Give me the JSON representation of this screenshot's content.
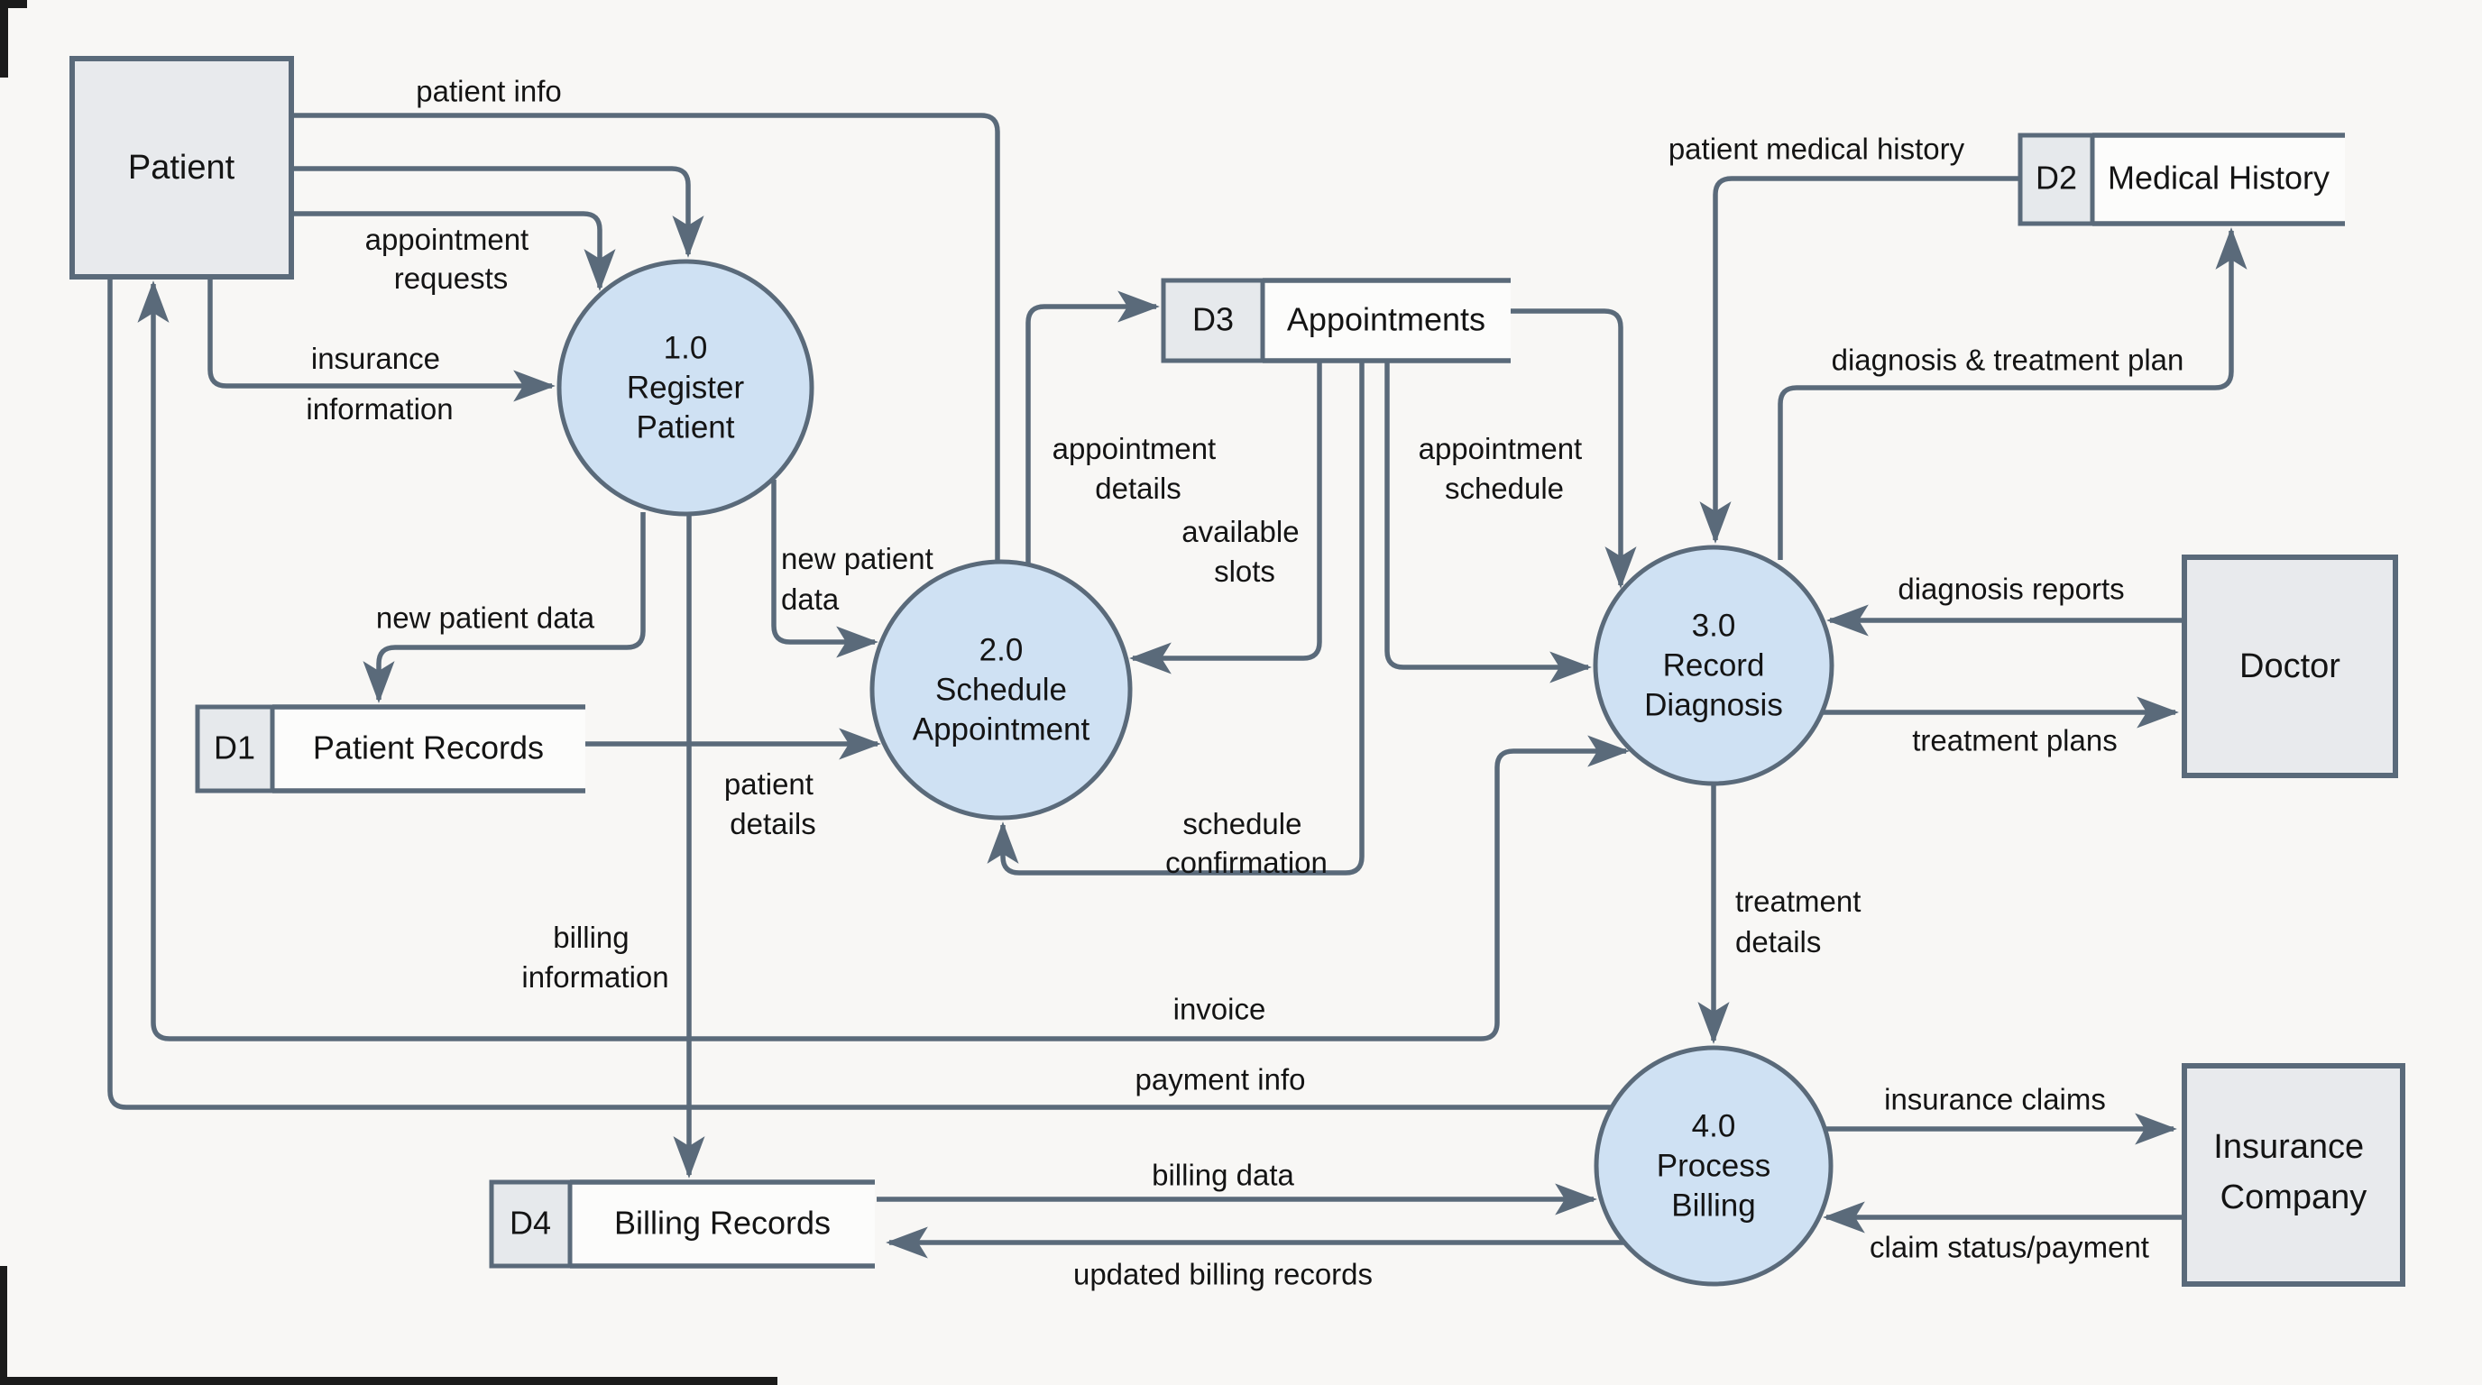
{
  "diagram": {
    "kind": "data-flow-diagram",
    "subject": "Patient registration, appointment scheduling, diagnosis and billing system"
  },
  "colors": {
    "background": "#f8f7f5",
    "line": "#5a6a7a",
    "process_fill": "#cfe1f3",
    "entity_fill": "#e8eaed",
    "store_cell_fill": "#e6e9ec",
    "text": "#141414"
  },
  "entities": {
    "patient": {
      "label": "Patient"
    },
    "doctor": {
      "label": "Doctor"
    },
    "insurance": {
      "l1": "Insurance",
      "l2": "Company"
    }
  },
  "processes": {
    "p1": {
      "num": "1.0",
      "n1": "Register",
      "n2": "Patient"
    },
    "p2": {
      "num": "2.0",
      "n1": "Schedule",
      "n2": "Appointment"
    },
    "p3": {
      "num": "3.0",
      "n1": "Record",
      "n2": "Diagnosis"
    },
    "p4": {
      "num": "4.0",
      "n1": "Process",
      "n2": "Billing"
    }
  },
  "stores": {
    "d1": {
      "id": "D1",
      "name": "Patient Records"
    },
    "d2": {
      "id": "D2",
      "name": "Medical History"
    },
    "d3": {
      "id": "D3",
      "name": "Appointments"
    },
    "d4": {
      "id": "D4",
      "name": "Billing Records"
    }
  },
  "labels": {
    "patient_info": {
      "l1": "patient info"
    },
    "appointment_requests": {
      "l1": "appointment",
      "l2": "requests"
    },
    "insurance_information": {
      "l1": "insurance",
      "l2": "information"
    },
    "new_patient_data_d1": {
      "l1": "new patient data"
    },
    "new_patient_data_p2": {
      "l1": "new patient",
      "l2": "data"
    },
    "billing_information": {
      "l1": "billing",
      "l2": "information"
    },
    "patient_details": {
      "l1": "patient",
      "l2": "details"
    },
    "appointment_details": {
      "l1": "appointment",
      "l2": "details"
    },
    "available_slots": {
      "l1": "available",
      "l2": "slots"
    },
    "schedule_confirmation": {
      "l1": "schedule",
      "l2": "confirmation"
    },
    "appointment_schedule": {
      "l1": "appointment",
      "l2": "schedule"
    },
    "patient_medical_history": {
      "l1": "patient medical history"
    },
    "diagnosis_treatment_plan": {
      "l1": "diagnosis & treatment plan"
    },
    "diagnosis_reports": {
      "l1": "diagnosis reports"
    },
    "treatment_plans": {
      "l1": "treatment plans"
    },
    "treatment_details": {
      "l1": "treatment",
      "l2": "details"
    },
    "invoice": {
      "l1": "invoice"
    },
    "payment_info": {
      "l1": "payment info"
    },
    "insurance_claims": {
      "l1": "insurance claims"
    },
    "claim_status_payment": {
      "l1": "claim status/payment"
    },
    "billing_data": {
      "l1": "billing data"
    },
    "updated_billing_records": {
      "l1": "updated billing records"
    }
  },
  "flows": [
    {
      "label": "patient info",
      "from": "Patient",
      "to": "2.0 Schedule Appointment"
    },
    {
      "label": "",
      "from": "Patient",
      "to": "1.0 Register Patient"
    },
    {
      "label": "appointment requests",
      "from": "Patient",
      "to": "1.0 Register Patient"
    },
    {
      "label": "insurance information",
      "from": "Patient",
      "to": "1.0 Register Patient"
    },
    {
      "label": "new patient data",
      "from": "1.0 Register Patient",
      "to": "D1 Patient Records"
    },
    {
      "label": "new patient data",
      "from": "1.0 Register Patient",
      "to": "2.0 Schedule Appointment"
    },
    {
      "label": "billing information",
      "from": "1.0 Register Patient",
      "to": "D4 Billing Records"
    },
    {
      "label": "patient details",
      "from": "D1 Patient Records",
      "to": "2.0 Schedule Appointment"
    },
    {
      "label": "appointment details",
      "from": "2.0 Schedule Appointment",
      "to": "D3 Appointments"
    },
    {
      "label": "available slots",
      "from": "D3 Appointments",
      "to": "2.0 Schedule Appointment"
    },
    {
      "label": "schedule confirmation",
      "from": "D3 Appointments",
      "to": "2.0 Schedule Appointment"
    },
    {
      "label": "appointment schedule",
      "from": "D3 Appointments",
      "to": "3.0 Record Diagnosis"
    },
    {
      "label": "",
      "from": "D3 Appointments",
      "to": "3.0 Record Diagnosis"
    },
    {
      "label": "patient medical history",
      "from": "D2 Medical History",
      "to": "3.0 Record Diagnosis"
    },
    {
      "label": "diagnosis & treatment plan",
      "from": "3.0 Record Diagnosis",
      "to": "D2 Medical History"
    },
    {
      "label": "diagnosis reports",
      "from": "Doctor",
      "to": "3.0 Record Diagnosis"
    },
    {
      "label": "treatment plans",
      "from": "3.0 Record Diagnosis",
      "to": "Doctor"
    },
    {
      "label": "treatment details",
      "from": "3.0 Record Diagnosis",
      "to": "4.0 Process Billing"
    },
    {
      "label": "invoice",
      "from": "3.0 Record Diagnosis",
      "to": "Patient"
    },
    {
      "label": "payment info",
      "from": "Patient",
      "to": "4.0 Process Billing"
    },
    {
      "label": "insurance claims",
      "from": "4.0 Process Billing",
      "to": "Insurance Company"
    },
    {
      "label": "claim status/payment",
      "from": "Insurance Company",
      "to": "4.0 Process Billing"
    },
    {
      "label": "billing data",
      "from": "D4 Billing Records",
      "to": "4.0 Process Billing"
    },
    {
      "label": "updated billing records",
      "from": "4.0 Process Billing",
      "to": "D4 Billing Records"
    }
  ]
}
